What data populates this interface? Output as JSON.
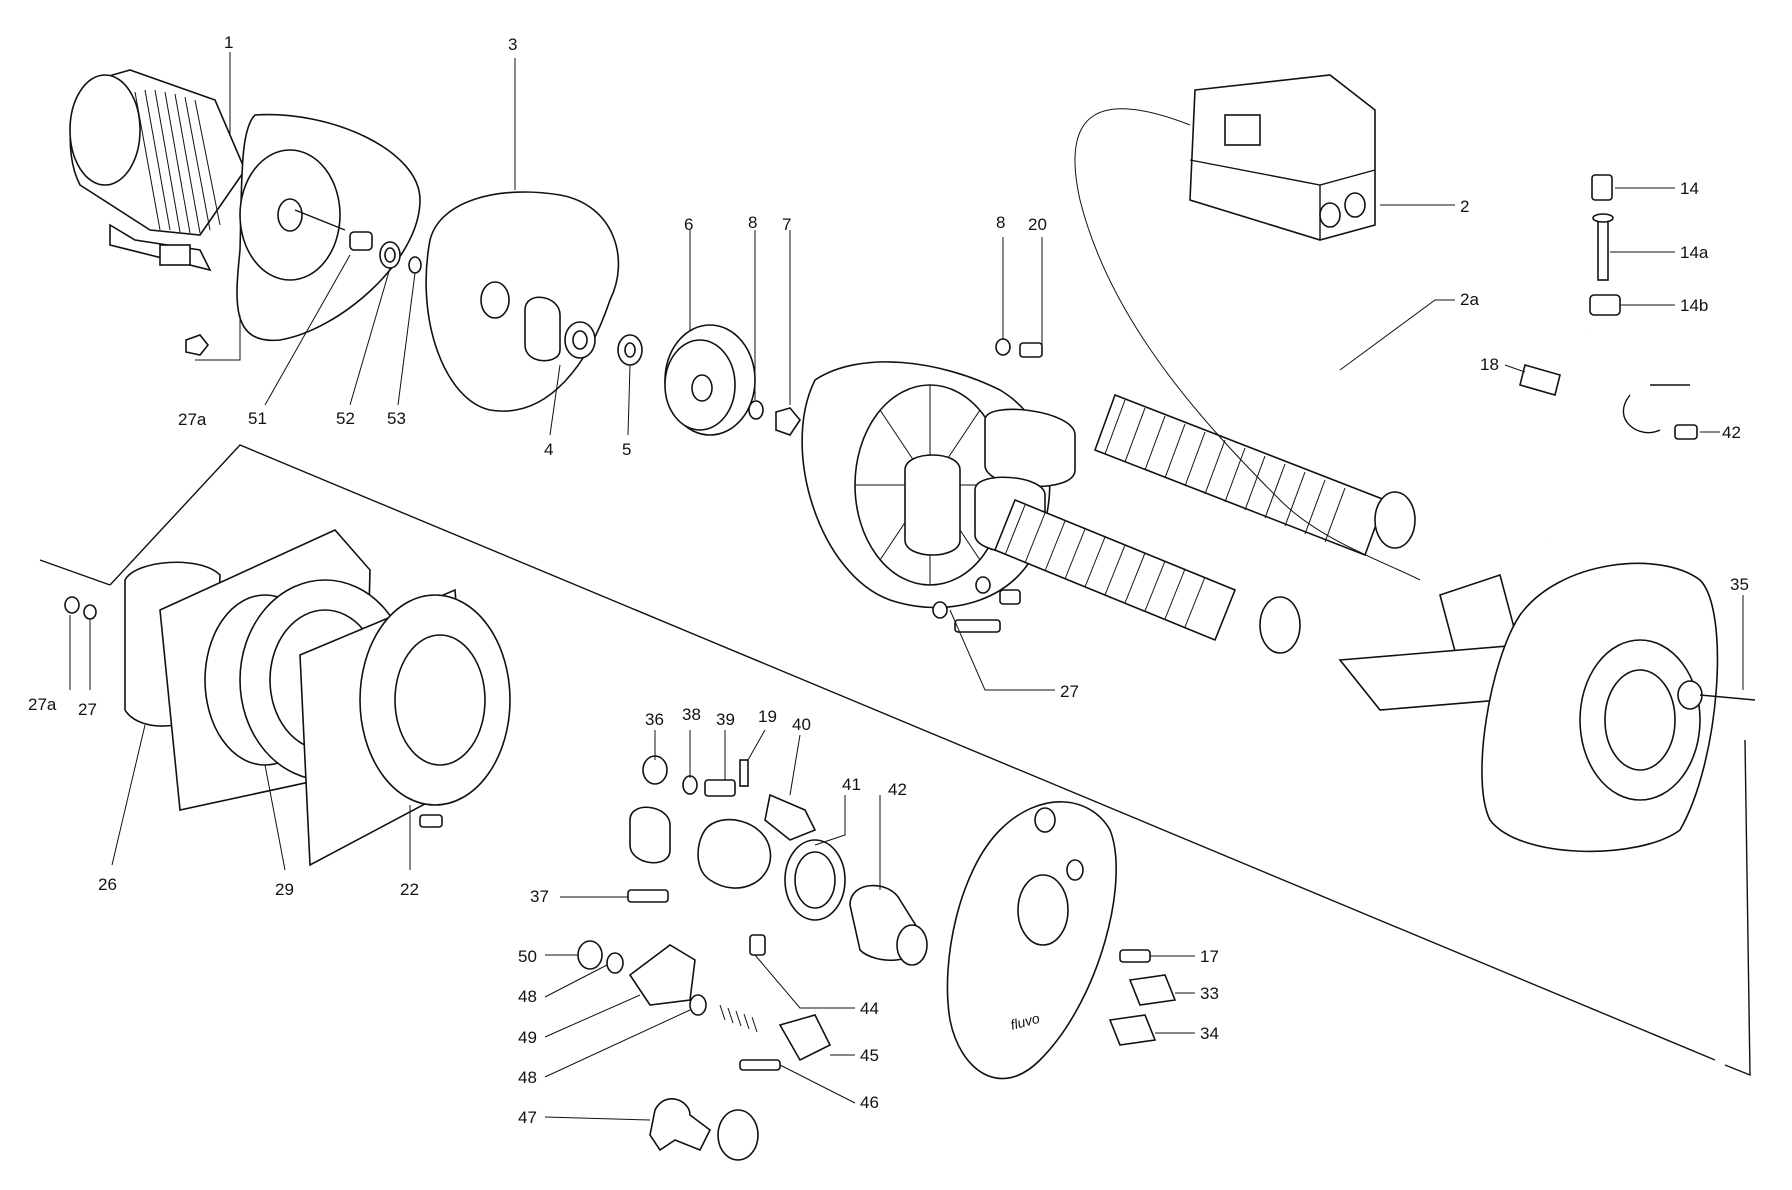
{
  "diagram": {
    "brand": "fluvo",
    "callouts": [
      "1",
      "3",
      "6",
      "8",
      "7",
      "8",
      "20",
      "2",
      "14",
      "14a",
      "14b",
      "2a",
      "18",
      "42",
      "27a",
      "51",
      "52",
      "53",
      "4",
      "5",
      "27",
      "35",
      "27a",
      "27",
      "26",
      "29",
      "22",
      "36",
      "38",
      "39",
      "19",
      "40",
      "41",
      "42",
      "37",
      "44",
      "50",
      "48",
      "49",
      "48",
      "47",
      "46",
      "45",
      "17",
      "33",
      "34"
    ]
  }
}
